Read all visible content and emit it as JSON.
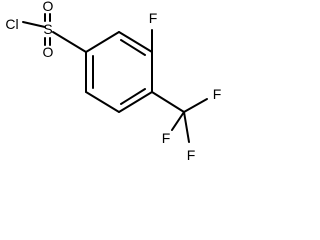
{
  "molecule": {
    "atoms": {
      "chlorine": "Cl",
      "sulfur": "S",
      "oxygen_top": "O",
      "oxygen_bottom": "O",
      "fluorine_ring": "F",
      "fluorine_cf3_right": "F",
      "fluorine_cf3_bottom_left": "F",
      "fluorine_cf3_bottom": "F"
    }
  }
}
